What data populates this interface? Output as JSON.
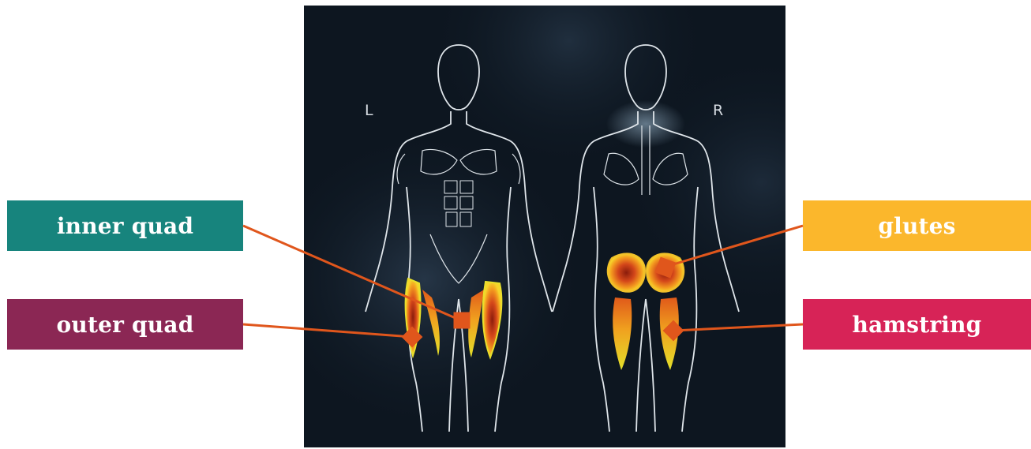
{
  "labels": {
    "inner_quad": "inner quad",
    "outer_quad": "outer quad",
    "glutes": "glutes",
    "hamstring": "hamstring"
  },
  "side_letters": {
    "left": "L",
    "right": "R"
  },
  "colors": {
    "inner_quad": "#17847d",
    "outer_quad": "#8b2754",
    "glutes": "#fbb72c",
    "hamstring": "#d72357",
    "connector": "#e0561c",
    "panel_bg": "#0d1620",
    "outline": "#dfe5ea"
  }
}
